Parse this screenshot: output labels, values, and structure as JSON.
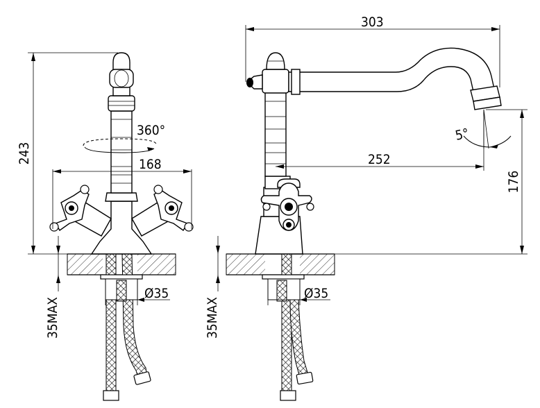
{
  "front_view": {
    "height_total": "243",
    "rotation": "360°",
    "handle_span": "168",
    "hole_diameter": "Ø35",
    "max_thickness": "35MAX"
  },
  "side_view": {
    "spout_length": "303",
    "spout_reach": "252",
    "spout_height": "176",
    "tilt_angle": "5°",
    "hole_diameter": "Ø35",
    "max_thickness": "35MAX"
  }
}
